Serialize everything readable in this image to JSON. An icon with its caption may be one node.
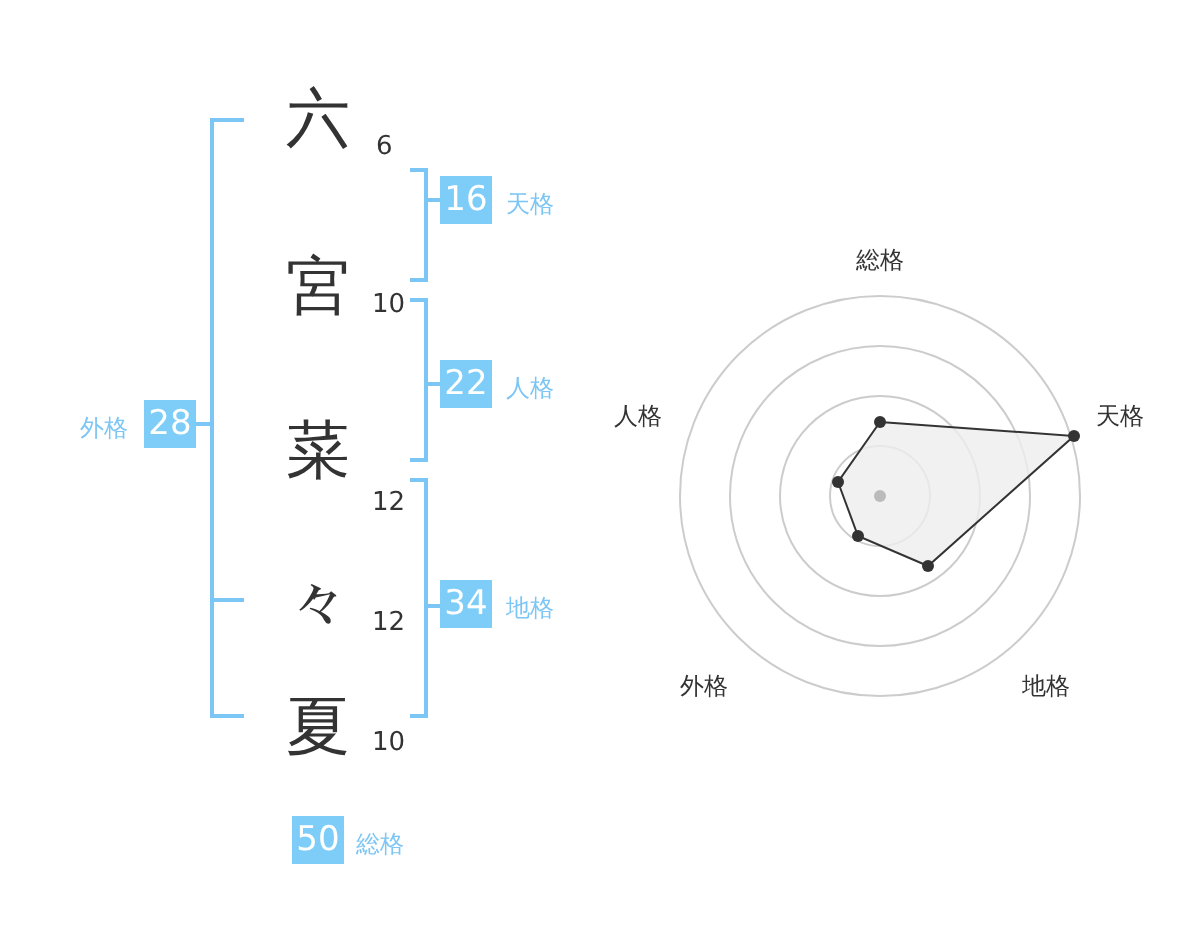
{
  "diagram": {
    "nodes": [
      {
        "text": [
          "16"
        ],
        "beside": [
          "天格"
        ]
      },
      {
        "text": [
          "22"
        ],
        "beside": [
          "人格"
        ]
      },
      {
        "text": [
          "28"
        ],
        "beside": [
          "外格"
        ]
      },
      {
        "text": [
          "34"
        ],
        "beside": [
          "地格"
        ]
      },
      {
        "text": [
          "50"
        ],
        "beside": [
          "総格"
        ]
      }
    ],
    "labels": [
      "六",
      "6",
      "宮",
      "10",
      "菜",
      "12",
      "々",
      "12",
      "夏",
      "10",
      "総格",
      "人格",
      "天格",
      "外格",
      "地格"
    ]
  }
}
